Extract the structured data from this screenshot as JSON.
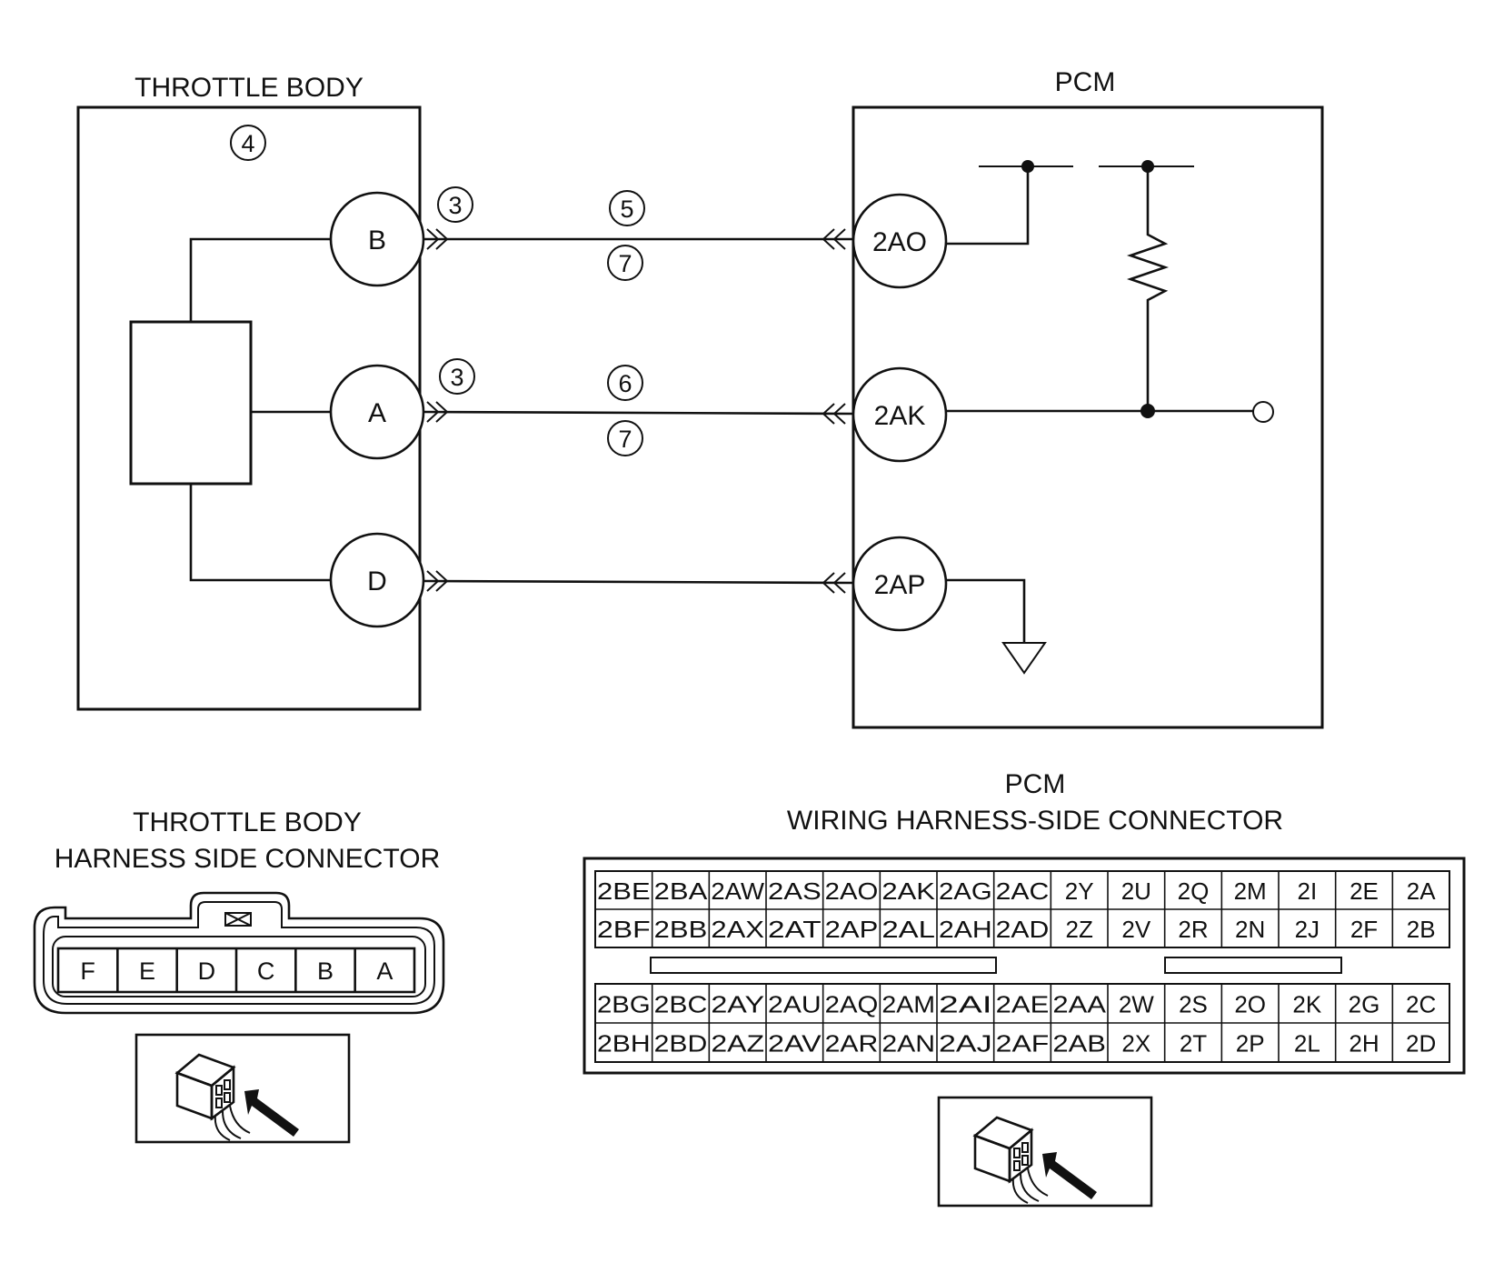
{
  "throttle_body": {
    "title": "THROTTLE BODY",
    "component_num": "4",
    "pins": [
      "B",
      "A",
      "D"
    ]
  },
  "pcm": {
    "title": "PCM",
    "pins": [
      "2AO",
      "2AK",
      "2AP"
    ]
  },
  "callouts": {
    "connector_b": "3",
    "connector_a": "3",
    "wire_b_top": "5",
    "wire_b_bottom": "7",
    "wire_a_top": "6",
    "wire_a_bottom": "7"
  },
  "tb_connector": {
    "title_line1": "THROTTLE BODY",
    "title_line2": "HARNESS SIDE CONNECTOR",
    "cavities": [
      "F",
      "E",
      "D",
      "C",
      "B",
      "A"
    ]
  },
  "pcm_connector": {
    "title_line1": "PCM",
    "title_line2": "WIRING HARNESS-SIDE CONNECTOR",
    "upper_rows": [
      [
        "2BE",
        "2BA",
        "2AW",
        "2AS",
        "2AO",
        "2AK",
        "2AG",
        "2AC",
        "2Y",
        "2U",
        "2Q",
        "2M",
        "2I",
        "2E",
        "2A"
      ],
      [
        "2BF",
        "2BB",
        "2AX",
        "2AT",
        "2AP",
        "2AL",
        "2AH",
        "2AD",
        "2Z",
        "2V",
        "2R",
        "2N",
        "2J",
        "2F",
        "2B"
      ]
    ],
    "lower_rows": [
      [
        "2BG",
        "2BC",
        "2AY",
        "2AU",
        "2AQ",
        "2AM",
        "2AI",
        "2AE",
        "2AA",
        "2W",
        "2S",
        "2O",
        "2K",
        "2G",
        "2C"
      ],
      [
        "2BH",
        "2BD",
        "2AZ",
        "2AV",
        "2AR",
        "2AN",
        "2AJ",
        "2AF",
        "2AB",
        "2X",
        "2T",
        "2P",
        "2L",
        "2H",
        "2D"
      ]
    ]
  }
}
